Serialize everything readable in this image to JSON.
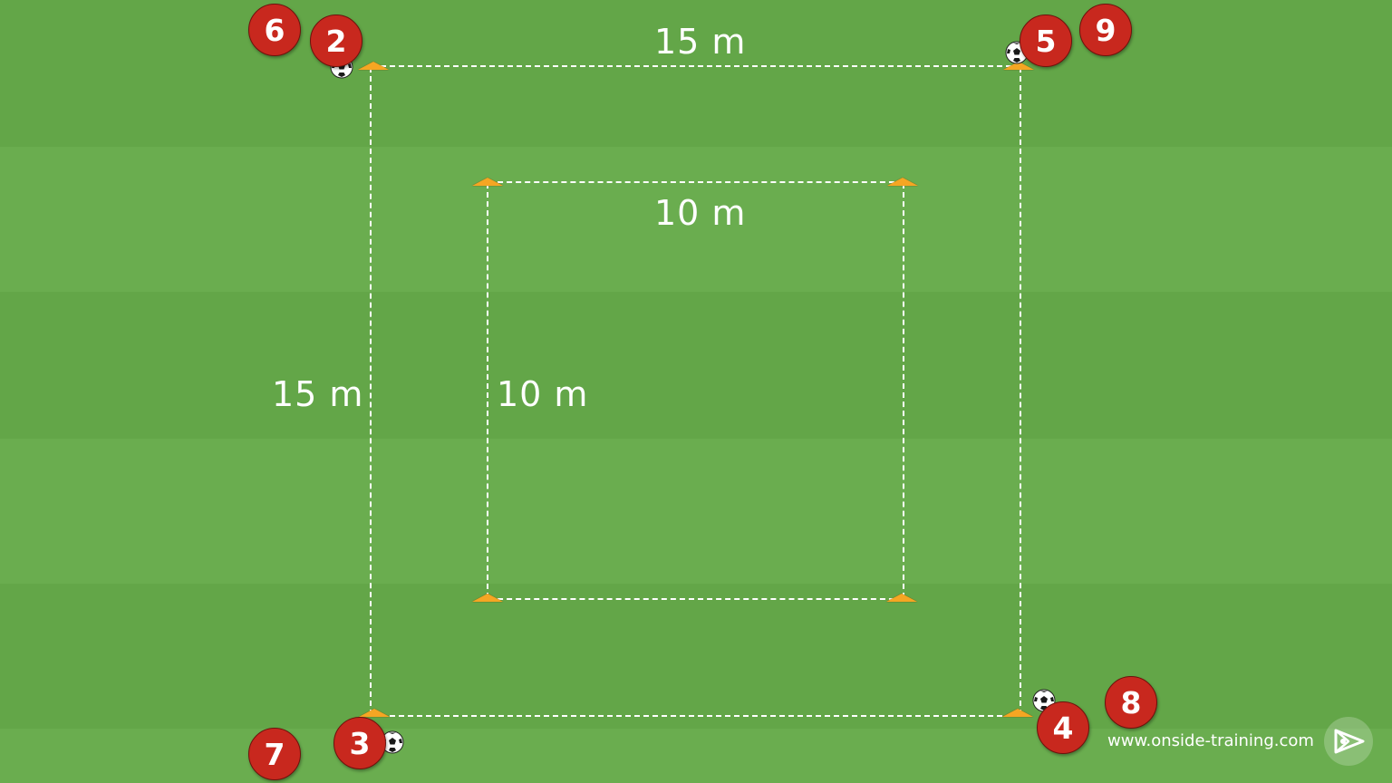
{
  "diagram": {
    "outer_square": {
      "width_label": "15 m",
      "height_label": "15 m"
    },
    "inner_square": {
      "width_label": "10 m",
      "height_label": "10 m"
    },
    "players": [
      {
        "id": "p6",
        "number": "6"
      },
      {
        "id": "p2",
        "number": "2"
      },
      {
        "id": "p5",
        "number": "5"
      },
      {
        "id": "p9",
        "number": "9"
      },
      {
        "id": "p7",
        "number": "7"
      },
      {
        "id": "p3",
        "number": "3"
      },
      {
        "id": "p4",
        "number": "4"
      },
      {
        "id": "p8",
        "number": "8"
      }
    ],
    "balls": 4,
    "cones": 8
  },
  "watermark": {
    "text": "www.onside-training.com",
    "logo_icon": "onside-logo-icon"
  },
  "colors": {
    "pitch": "#63a648",
    "pitch_stripe": "#6aad4f",
    "player": "#c8281e",
    "cone": "#f5a623",
    "line": "#ffffff"
  }
}
